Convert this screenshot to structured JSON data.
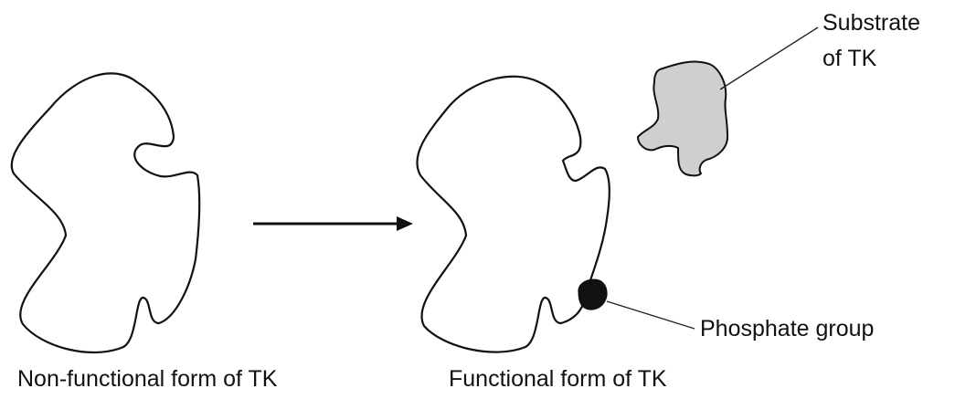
{
  "labels": {
    "non_functional": "Non-functional form of TK",
    "functional": "Functional form of TK",
    "substrate_line1": "Substrate",
    "substrate_line2": "of TK",
    "phosphate": "Phosphate group"
  },
  "colors": {
    "outline": "#111111",
    "substrate_fill": "#cfcfcf",
    "phosphate_fill": "#111111",
    "background": "#ffffff"
  }
}
